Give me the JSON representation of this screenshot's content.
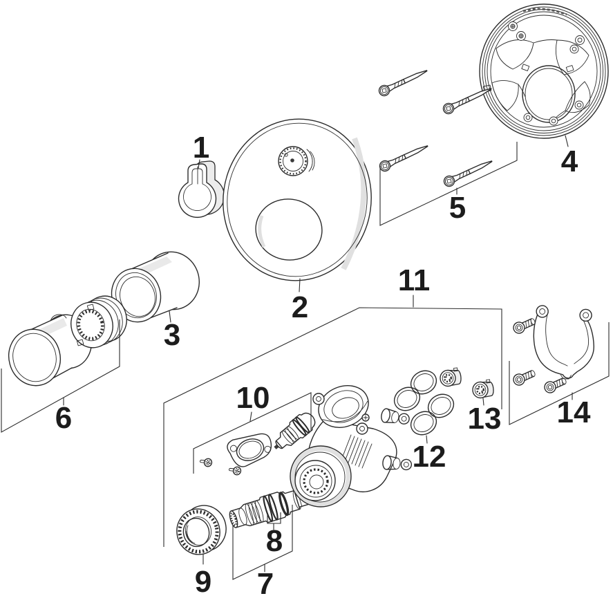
{
  "diagram": {
    "kind": "exploded-parts-diagram",
    "subject": "concealed thermostatic shower mixer trim set",
    "colors": {
      "background": "#ffffff",
      "line": "#2b2b2b",
      "shade": "#e9e9e9",
      "label": "#1c1c1c"
    },
    "parts": [
      {
        "number": "1",
        "name": "handle-clip"
      },
      {
        "number": "2",
        "name": "escutcheon-plate-with-knob"
      },
      {
        "number": "3",
        "name": "sleeve"
      },
      {
        "number": "4",
        "name": "wall-mounting-ring"
      },
      {
        "number": "5",
        "name": "long-screws",
        "quantity_shown": 4
      },
      {
        "number": "6",
        "name": "handle-knob-and-adapter-ring",
        "quantity_shown": 2
      },
      {
        "number": "7",
        "name": "thermostatic-cartridge"
      },
      {
        "number": "8",
        "name": "cartridge-groove-detail"
      },
      {
        "number": "9",
        "name": "ring-nut"
      },
      {
        "number": "10",
        "name": "gasket-screws-and-check-cartridge-group"
      },
      {
        "number": "11",
        "name": "valve-body-assembly"
      },
      {
        "number": "12",
        "name": "o-ring-set",
        "quantity_shown": 4
      },
      {
        "number": "13",
        "name": "check-valve-plug",
        "quantity_shown": 2
      },
      {
        "number": "14",
        "name": "mounting-bracket-with-screws",
        "quantity_shown": 4
      }
    ]
  }
}
